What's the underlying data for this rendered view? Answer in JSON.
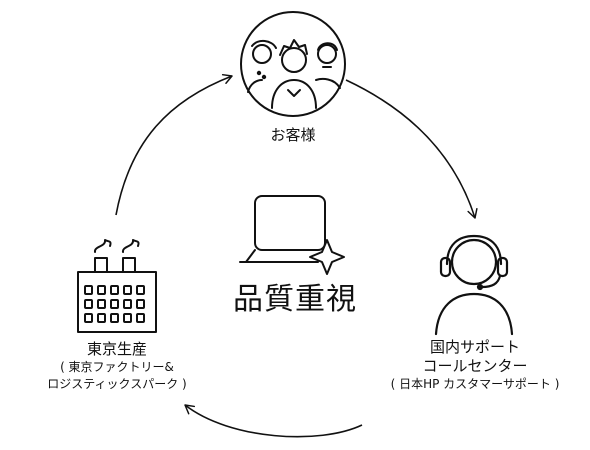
{
  "diagram": {
    "center": {
      "title": "品質重視",
      "icon": "laptop-sparkle-icon"
    },
    "nodes": {
      "customer": {
        "label": "お客様",
        "icon": "people-group-icon"
      },
      "support": {
        "line1": "国内サポート",
        "line2": "コールセンター",
        "line3": "( 日本HP カスタマーサポート )",
        "icon": "headset-agent-icon"
      },
      "factory": {
        "line1": "東京生産",
        "line2": "( 東京ファクトリー&",
        "line3": "ロジスティックスパーク )",
        "icon": "factory-icon"
      }
    },
    "flow": [
      "customer",
      "support",
      "factory",
      "customer"
    ],
    "colors": {
      "stroke": "#111111",
      "background": "#ffffff"
    }
  }
}
